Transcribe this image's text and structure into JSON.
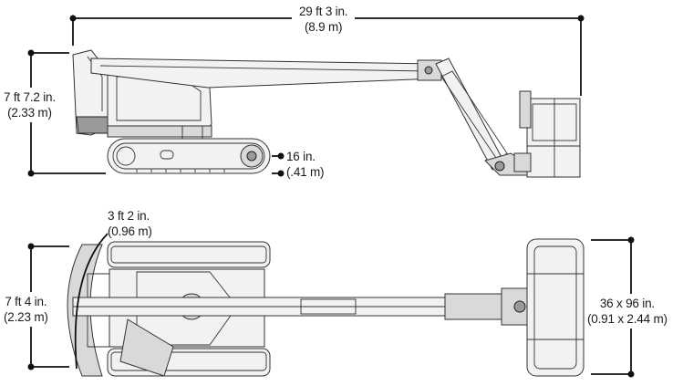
{
  "diagram": {
    "dimensions": {
      "overall_length": {
        "imperial": "29 ft 3 in.",
        "metric": "(8.9 m)"
      },
      "stowed_height": {
        "imperial": "7 ft 7.2 in.",
        "metric": "(2.33 m)"
      },
      "ground_clearance": {
        "imperial": "16 in.",
        "metric": "(.41 m)"
      },
      "tail_swing": {
        "imperial": "3 ft 2 in.",
        "metric": "(0.96 m)"
      },
      "machine_width": {
        "imperial": "7 ft 4 in.",
        "metric": "(2.23 m)"
      },
      "platform_size": {
        "imperial": "36 x 96 in.",
        "metric": "(0.91 x 2.44 m)"
      }
    }
  }
}
